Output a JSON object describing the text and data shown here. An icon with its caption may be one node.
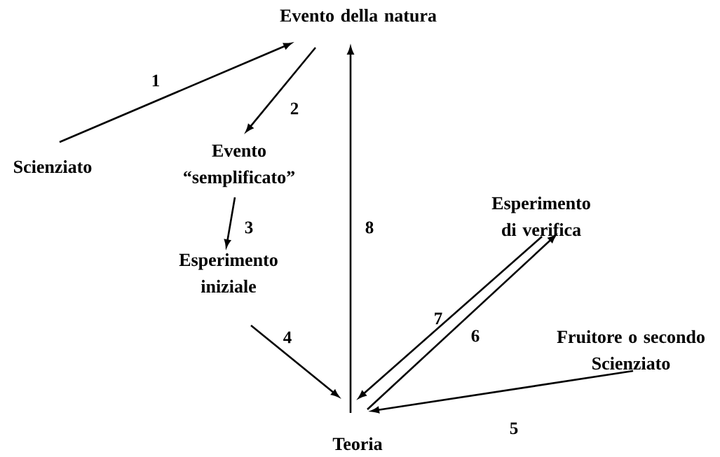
{
  "diagram": {
    "nodes": [
      {
        "text": [
          "Evento della natura"
        ]
      },
      {
        "text": [
          "Scienziato"
        ]
      },
      {
        "text": [
          "Evento “semplificato”"
        ]
      },
      {
        "text": [
          "Esperimento iniziale"
        ]
      },
      {
        "text": [
          "Teoria"
        ]
      },
      {
        "text": [
          "Esperimento di verifica"
        ]
      },
      {
        "text": [
          "Fruitore o secondo Scienziato"
        ]
      }
    ],
    "edges": [
      {
        "from": 1,
        "to": 0,
        "arrow": "to",
        "label": "1"
      },
      {
        "from": 0,
        "to": 2,
        "arrow": "to",
        "label": "2"
      },
      {
        "from": 2,
        "to": 3,
        "arrow": "to",
        "label": "3"
      },
      {
        "from": 3,
        "to": 4,
        "arrow": "to",
        "label": "4"
      },
      {
        "from": 6,
        "to": 4,
        "arrow": "to",
        "label": "5"
      },
      {
        "from": 4,
        "to": 5,
        "arrow": "to",
        "label": "6"
      },
      {
        "from": 5,
        "to": 4,
        "arrow": "to",
        "label": "7"
      },
      {
        "from": 4,
        "to": 0,
        "arrow": "to",
        "label": "8"
      }
    ]
  }
}
